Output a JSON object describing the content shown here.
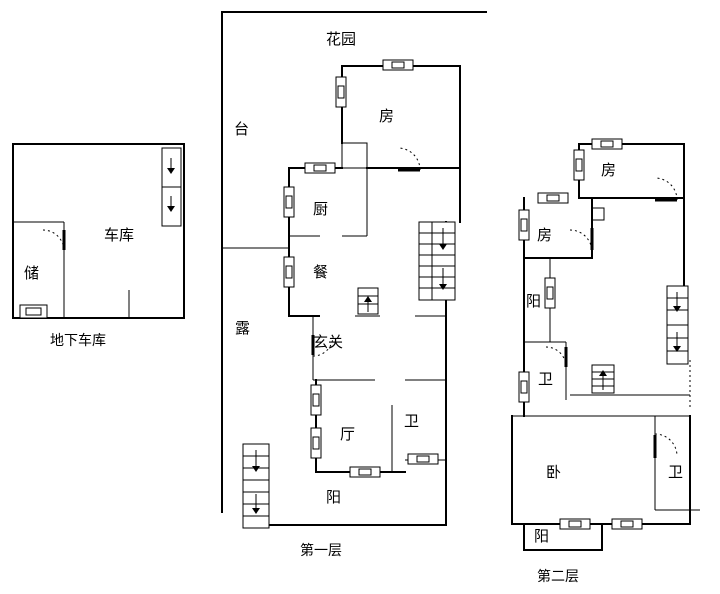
{
  "basement": {
    "caption": "地下车库",
    "rooms": {
      "garage": "车库",
      "storage": "储"
    }
  },
  "floor1": {
    "caption": "第一层",
    "rooms": {
      "garden": "花园",
      "terrace_top": "台",
      "terrace_bottom": "露",
      "bedroom": "房",
      "kitchen": "厨",
      "dining": "餐",
      "foyer": "玄关",
      "living": "厅",
      "bath": "卫",
      "balcony": "阳"
    }
  },
  "floor2": {
    "caption": "第二层",
    "rooms": {
      "bedroom_top": "房",
      "bedroom_mid": "房",
      "balcony_mid": "阳",
      "bath_left": "卫",
      "master_bedroom": "卧",
      "bath_right": "卫",
      "balcony_bottom": "阳"
    }
  }
}
